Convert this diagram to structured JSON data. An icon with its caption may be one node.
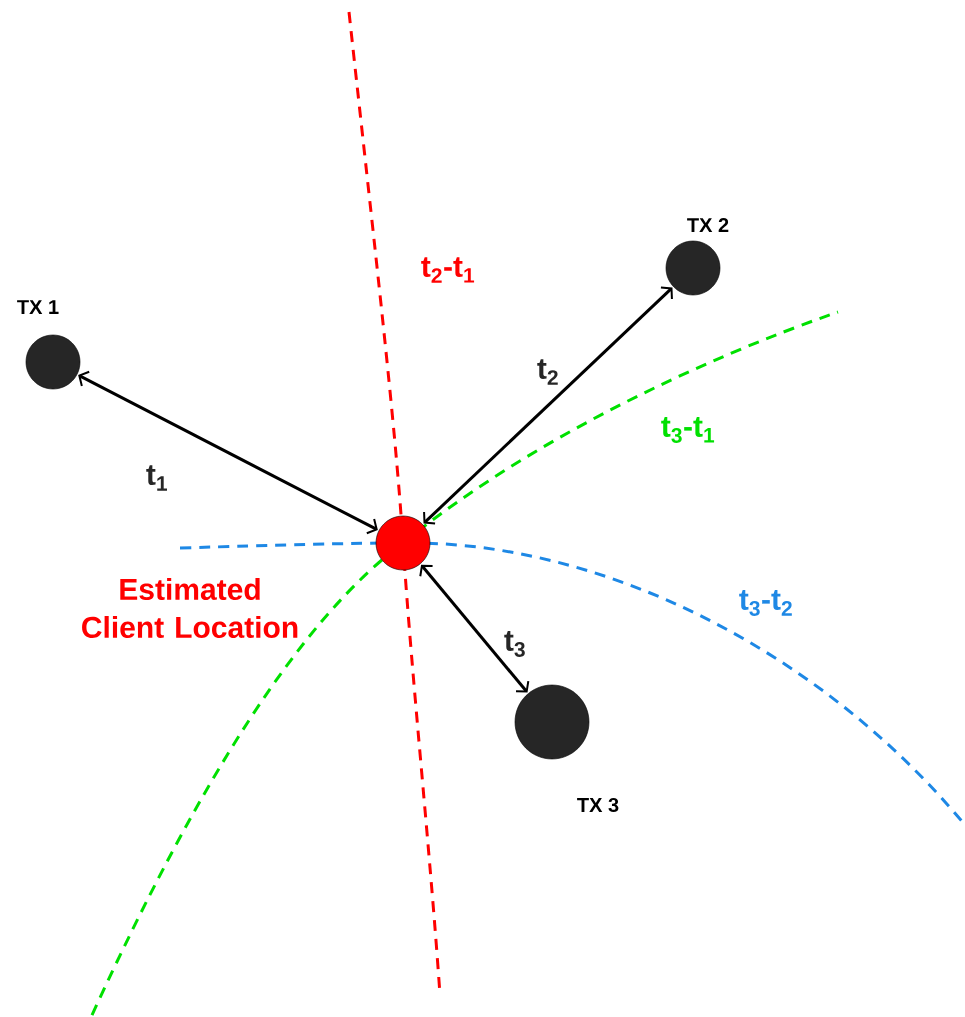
{
  "diagram": {
    "nodes": [
      {
        "text": [
          "TX 1"
        ]
      },
      {
        "text": [
          "TX 2"
        ]
      },
      {
        "text": [
          "TX 3"
        ]
      },
      {
        "text": [],
        "shape": "circle",
        "beside": [
          "Estimated Client Location"
        ]
      }
    ],
    "edges": [
      {
        "from": 0,
        "to": 3,
        "arrow": "both",
        "label": "t$_{1}$"
      },
      {
        "from": 1,
        "to": 3,
        "arrow": "both",
        "label": "t$_{2}$"
      },
      {
        "from": 3,
        "to": 2,
        "arrow": "both",
        "label": "t$_{3}$"
      }
    ],
    "labels": [
      "t$_{2}$-t$_{1}$",
      "t$_{3}$-t$_{1}$",
      "t$_{3}$-t$_{2}$"
    ]
  }
}
